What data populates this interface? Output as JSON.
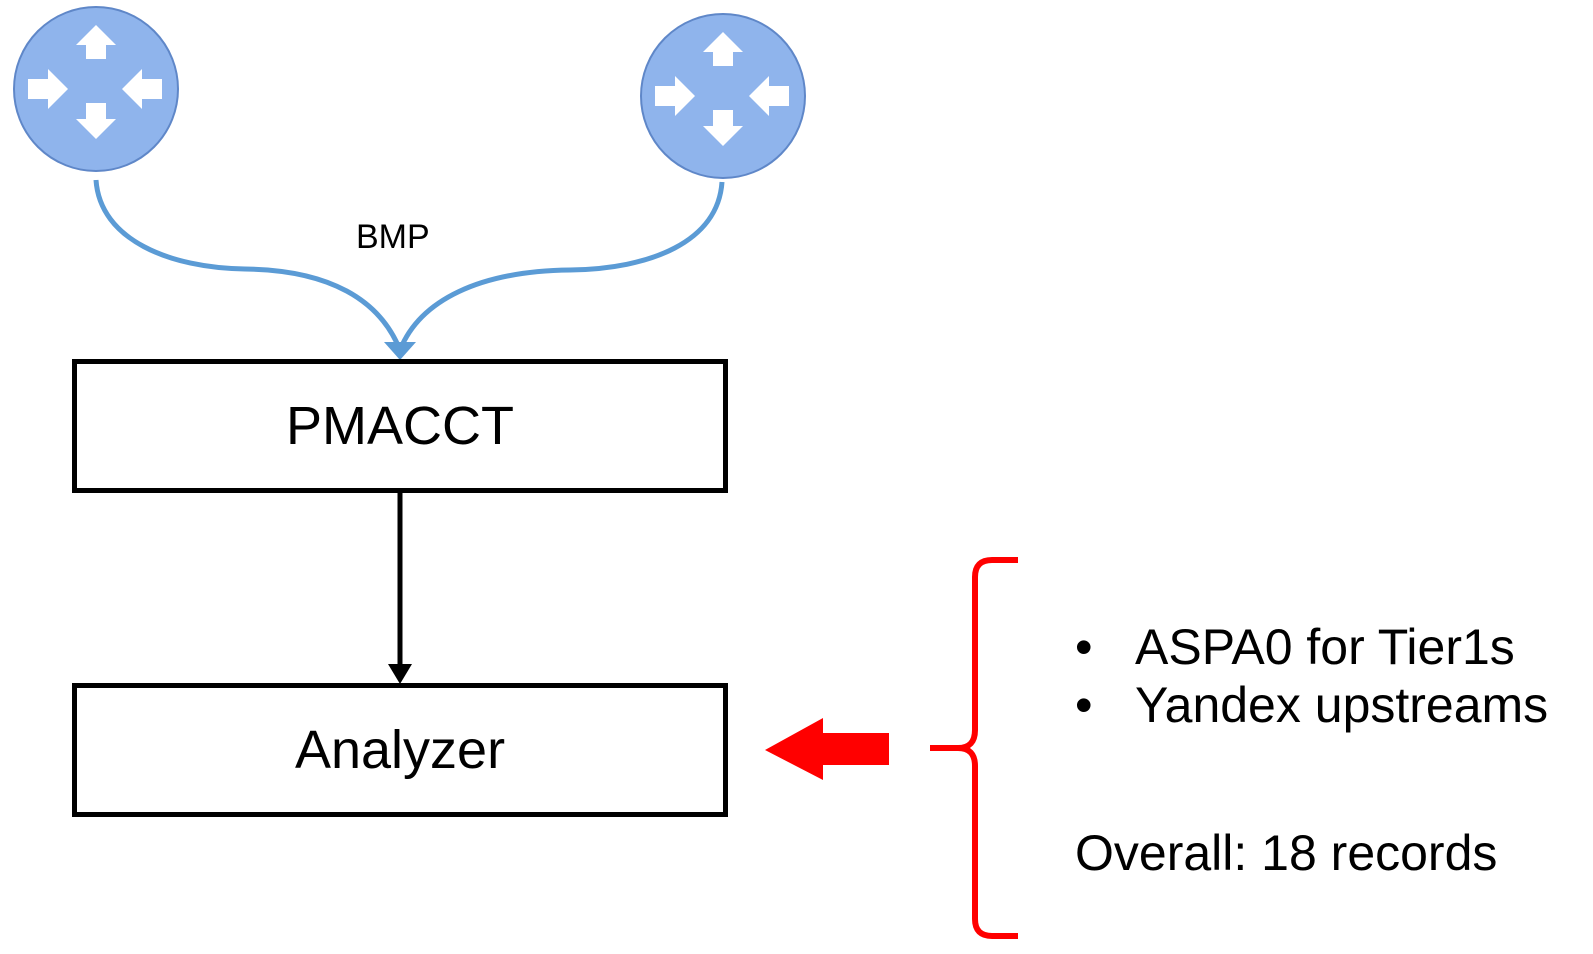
{
  "nodes": {
    "router_left": {
      "icon": "router-icon"
    },
    "router_right": {
      "icon": "router-icon"
    },
    "pmacct": {
      "label": "PMACCT"
    },
    "analyzer": {
      "label": "Analyzer"
    }
  },
  "edges": {
    "bmp_label": "BMP"
  },
  "notes": {
    "bullets": [
      {
        "marker": "•",
        "text": "ASPA0 for Tier1s"
      },
      {
        "marker": "•",
        "text": "Yandex upstreams"
      }
    ],
    "summary": "Overall: 18 records"
  },
  "colors": {
    "router_fill": "#8fb4ec",
    "router_stroke": "#5f87c8",
    "bmp_line": "#5b9bd5",
    "flow_line": "#000000",
    "highlight": "#ff0000"
  }
}
